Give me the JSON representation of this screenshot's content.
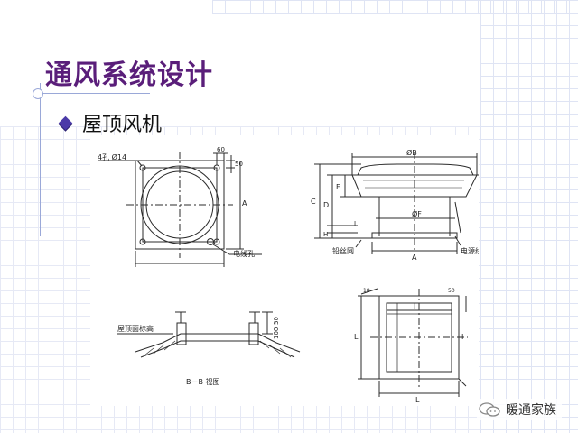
{
  "slide": {
    "title": "通风系统设计",
    "subtitle": "屋顶风机"
  },
  "figure": {
    "plan_view": {
      "hole_label": "4孔 Ø14",
      "dim_60": "60",
      "dim_50": "50",
      "dim_A": "A",
      "cable_hole_label": "电线孔"
    },
    "side_view": {
      "dim_B": "ØB",
      "dim_F": "ØF",
      "dim_C": "C",
      "dim_D": "D",
      "dim_E": "E",
      "dim_H": "H",
      "dim_I": "I",
      "dim_A": "A",
      "mesh_label": "铅丝网",
      "power_label": "电源线"
    },
    "section_view": {
      "roof_label": "屋顶面标高",
      "dim_100": "100",
      "dim_50": "50",
      "caption": "B－B 视图"
    },
    "base_view": {
      "dim_L_side": "L",
      "dim_I_top": "I",
      "dim_I_side": "I",
      "dim_L_bottom": "L",
      "dim_50": "50",
      "dim_18": "18"
    }
  },
  "watermark": {
    "text": "暖通家族",
    "icon": "chat-bubble-icon"
  },
  "colors": {
    "title": "#5a1e7a",
    "bullet": "#4b3aa8",
    "grid": "#dfe4f4",
    "drawing": "#2b2b2b"
  }
}
